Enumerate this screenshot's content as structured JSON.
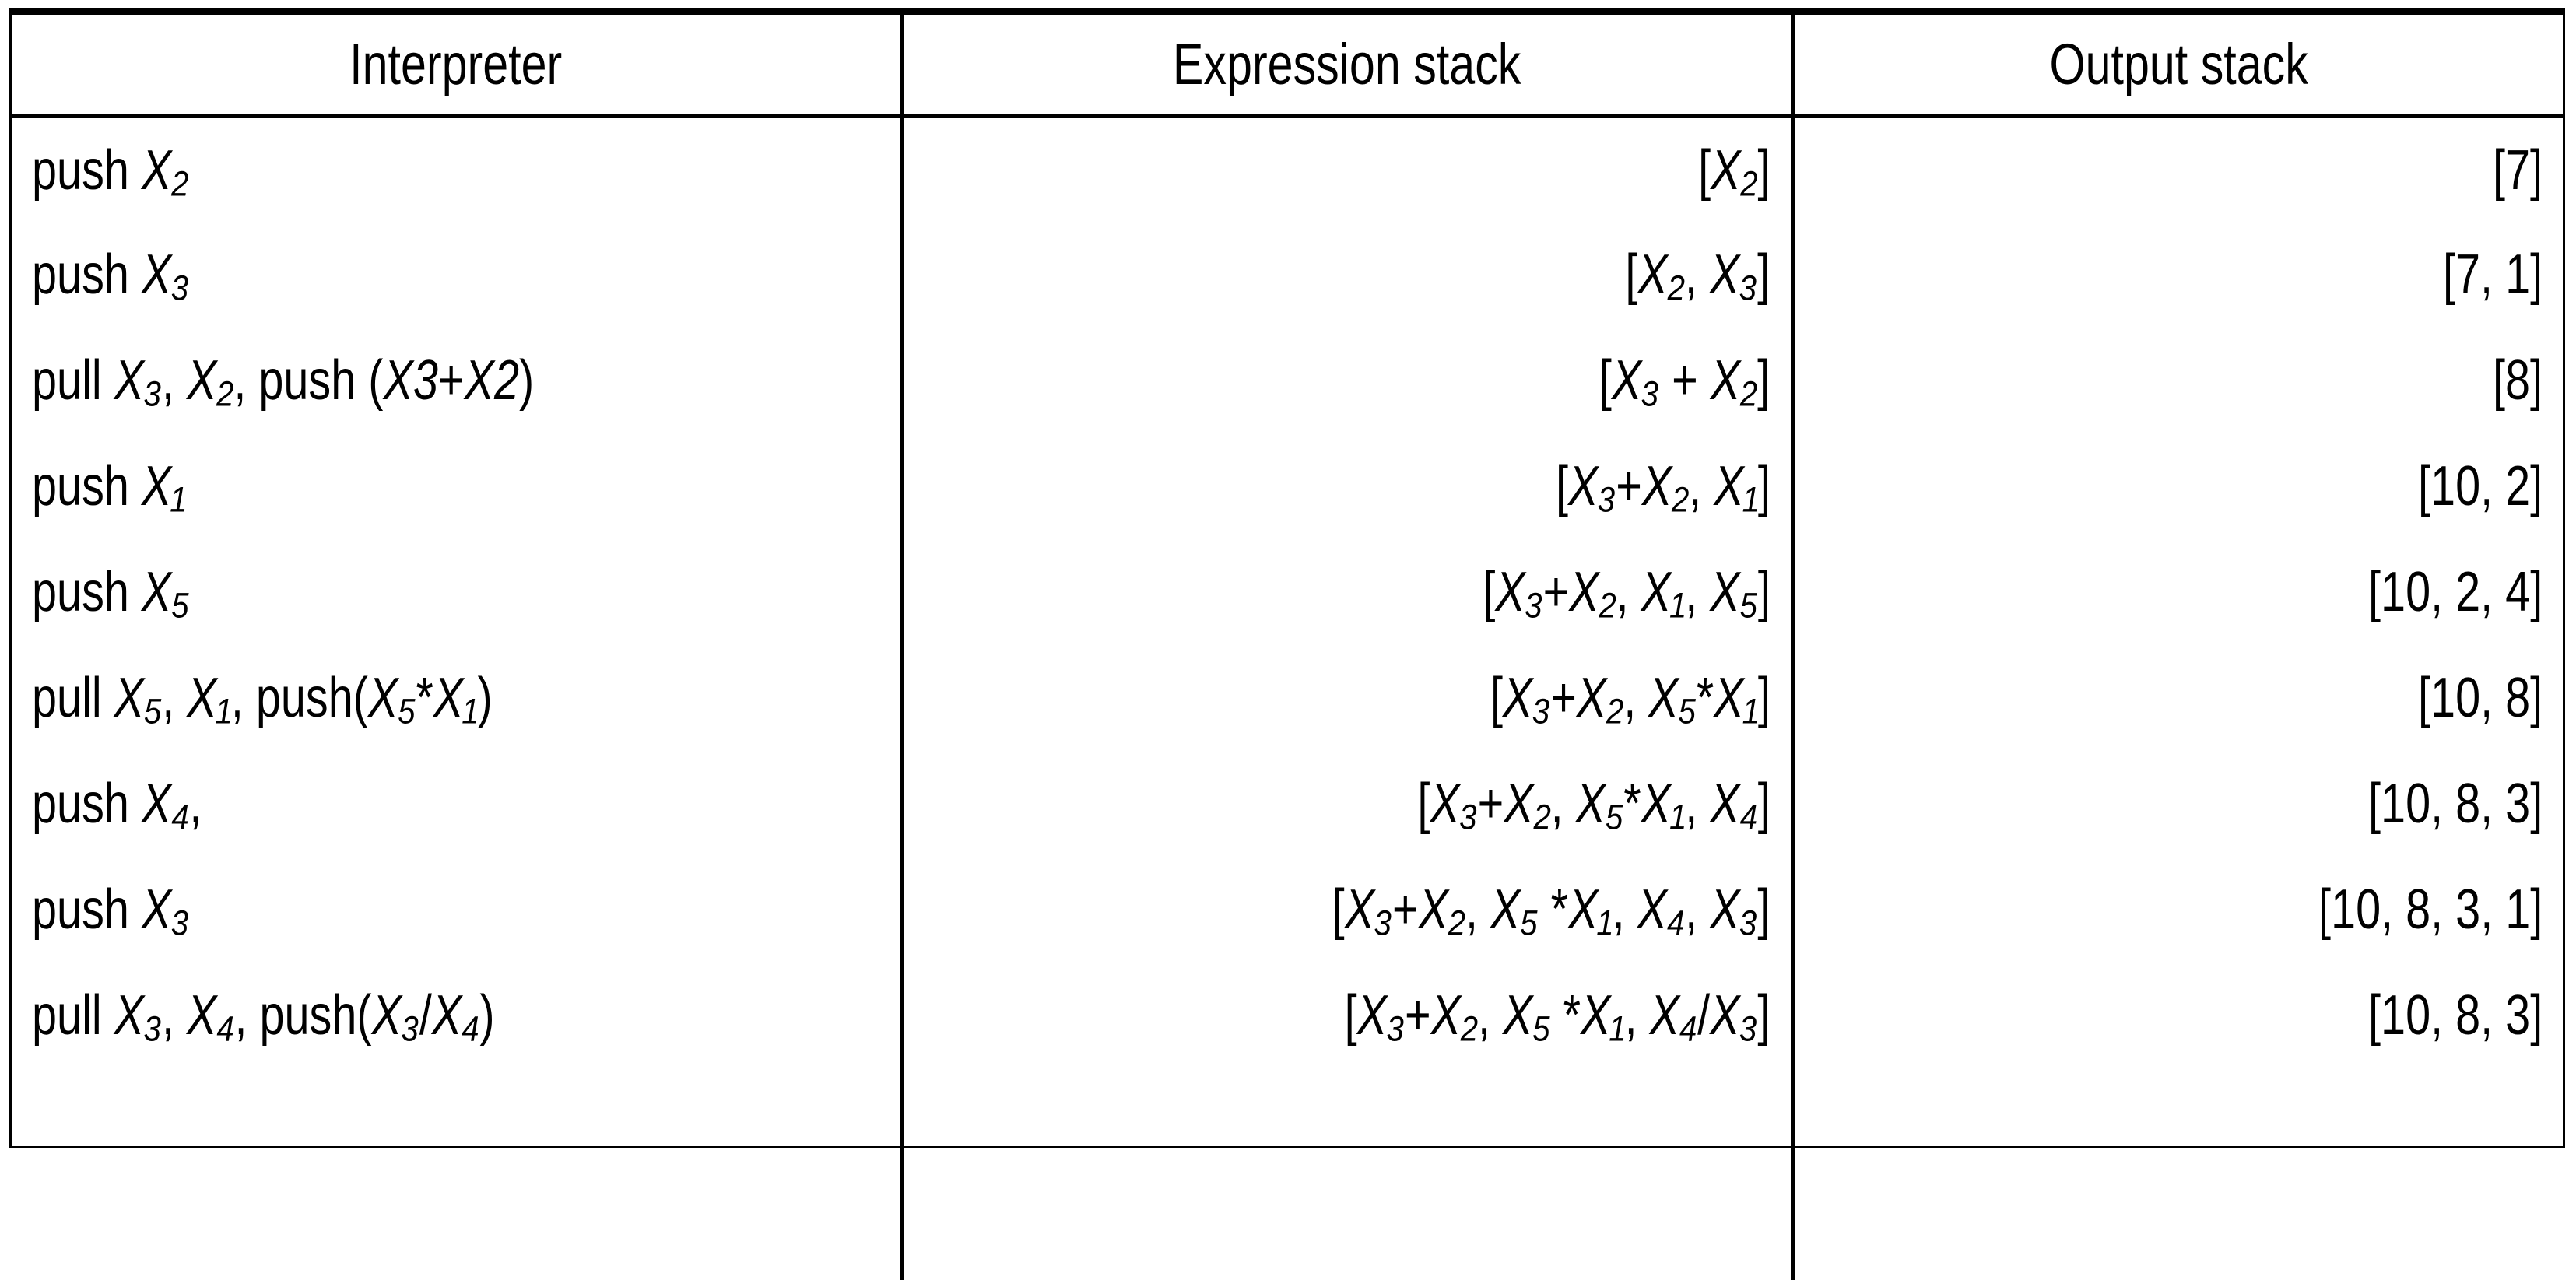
{
  "table": {
    "columns": [
      {
        "key": "interpreter",
        "label": "Interpreter",
        "align": "left"
      },
      {
        "key": "expression_stack",
        "label": "Expression stack",
        "align": "right"
      },
      {
        "key": "output_stack",
        "label": "Output stack",
        "align": "right"
      }
    ],
    "rows": [
      {
        "interpreter": "push X₂",
        "expression_stack": "[X₂]",
        "output_stack": "[7]"
      },
      {
        "interpreter": "push X₃",
        "expression_stack": "[X₂, X₃]",
        "output_stack": "[7, 1]"
      },
      {
        "interpreter": "pull X₃, X₂, push (X3+X2)",
        "expression_stack": "[X₃ + X₂]",
        "output_stack": "[8]"
      },
      {
        "interpreter": "push X₁",
        "expression_stack": "[X₃+X₂, X₁]",
        "output_stack": "[10, 2]"
      },
      {
        "interpreter": "push X₅",
        "expression_stack": "[X₃+X₂, X₁, X₅]",
        "output_stack": "[10, 2, 4]"
      },
      {
        "interpreter": "pull X₅, X₁, push(X₅*X₁)",
        "expression_stack": "[X₃+X₂, X₅*X₁]",
        "output_stack": "[10, 8]"
      },
      {
        "interpreter": "push X₄,",
        "expression_stack": "[X₃+X₂, X₅*X₁, X₄]",
        "output_stack": "[10, 8, 3]"
      },
      {
        "interpreter": "push X₃",
        "expression_stack": "[X₃+X₂, X₅ *X₁, X₄, X₃]",
        "output_stack": "[10, 8, 3, 1]"
      },
      {
        "interpreter": "pull X₃, X₄, push(X₃/X₄)",
        "expression_stack": "[X₃+X₂, X₅ *X₁, X₄/X₃]",
        "output_stack": "[10, 8, 3]"
      }
    ],
    "blank_rows": 2,
    "colors": {
      "border": "#000000",
      "text": "#000000",
      "background": "#ffffff"
    }
  }
}
